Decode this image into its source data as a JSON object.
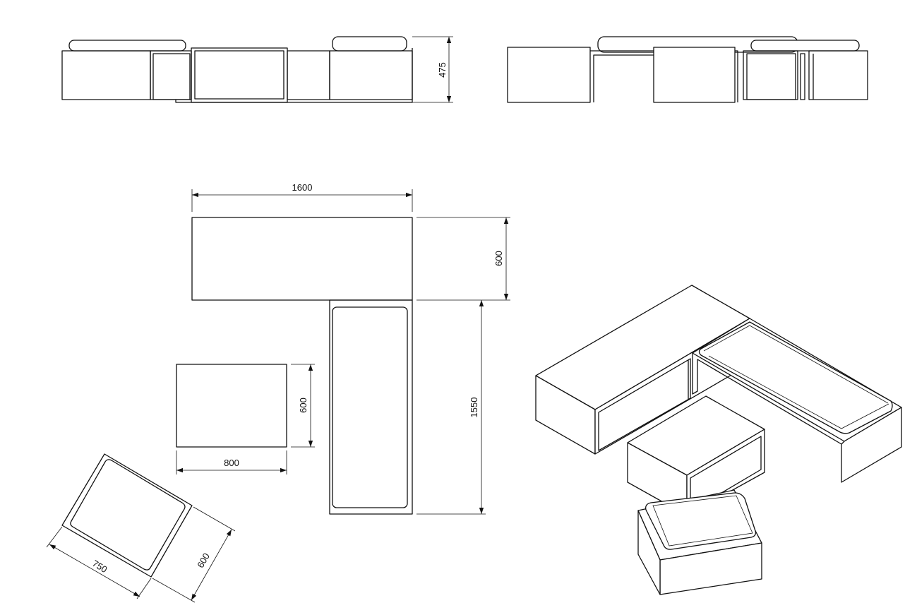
{
  "dimensions": {
    "front_height": "475",
    "top_width": "1600",
    "top_depth": "600",
    "side_length": "1550",
    "table_depth": "600",
    "table_width": "800",
    "bench_width": "750",
    "bench_depth": "600"
  }
}
